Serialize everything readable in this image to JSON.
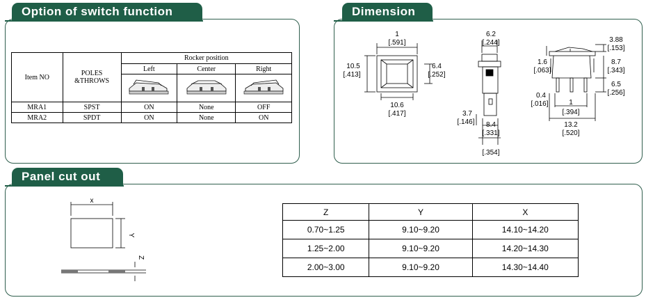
{
  "sections": {
    "switch_title": "Option of switch function",
    "dimension_title": "Dimension",
    "panel_title": "Panel cut out"
  },
  "switch_table": {
    "col_item": "Item NO",
    "col_poles_1": "POLES",
    "col_poles_2": "&THROWS",
    "rocker_header": "Rocker position",
    "positions": [
      "Left",
      "Center",
      "Right"
    ],
    "rows": [
      {
        "item": "MRA1",
        "poles": "SPST",
        "left": "ON",
        "center": "None",
        "right": "OFF"
      },
      {
        "item": "MRA2",
        "poles": "SPDT",
        "left": "ON",
        "center": "None",
        "right": "ON"
      }
    ]
  },
  "dimension": {
    "front_w_mm": "1",
    "front_w_in": "[.591]",
    "front_h_mm": "10.5",
    "front_h_in": "[.413]",
    "inner_h_mm": "6.4",
    "inner_h_in": "[.252]",
    "bottom_w_mm": "10.6",
    "bottom_w_in": "[.417]",
    "side_top_mm": "6.2",
    "side_top_in": "[.244]",
    "side_left_mm": "3.7",
    "side_left_in": "[.146]",
    "side_bot_mm": "8.4",
    "side_bot_in": "[.331]",
    "side_bot2_in": "[.354]",
    "r1_mm": "3.88",
    "r1_in": "[.153]",
    "r2_mm": "1.6",
    "r2_in": "[.063]",
    "r3_mm": "8.7",
    "r3_in": "[.343]",
    "r4_mm": "6.5",
    "r4_in": "[.256]",
    "r5_mm": "0.4",
    "r5_in": "[.016]",
    "r6_mm": "1",
    "r6_in": "[.394]",
    "r7_mm": "13.2",
    "r7_in": "[.520]"
  },
  "cutout": {
    "x_label": "x",
    "y_label": "Y",
    "z_label": "Z",
    "headers": [
      "Z",
      "Y",
      "X"
    ],
    "rows": [
      [
        "0.70~1.25",
        "9.10~9.20",
        "14.10~14.20"
      ],
      [
        "1.25~2.00",
        "9.10~9.20",
        "14.20~14.30"
      ],
      [
        "2.00~3.00",
        "9.10~9.20",
        "14.30~14.40"
      ]
    ]
  }
}
